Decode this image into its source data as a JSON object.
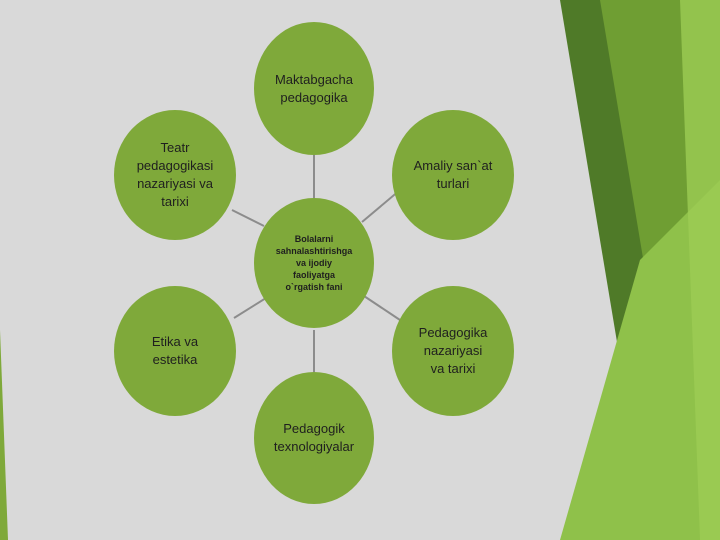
{
  "diagram": {
    "center": {
      "label": "Bolalarni\nsahnalashtirishga\nva ijodiy\nfaoliyatga\no`rgatish fani"
    },
    "nodes": [
      {
        "id": "top",
        "label": "Maktabgacha\npedagogika"
      },
      {
        "id": "upper-right",
        "label": "Amaliy san`at\nturlari"
      },
      {
        "id": "lower-right",
        "label": "Pedagogika\nnazariyasi\nva tarixi"
      },
      {
        "id": "bottom",
        "label": "Pedagogik\ntexnologiyalar"
      },
      {
        "id": "lower-left",
        "label": "Etika va\nestetika"
      },
      {
        "id": "upper-left",
        "label": "Teatr\npedagogikasi\nnazariyasi va\ntarixi"
      }
    ]
  },
  "colors": {
    "node_fill": "#7fa93a",
    "connector": "#8c8c8c",
    "background": "#d9d9d9",
    "accent_dark": "#4f7a28",
    "accent_light": "#8fc14a"
  }
}
